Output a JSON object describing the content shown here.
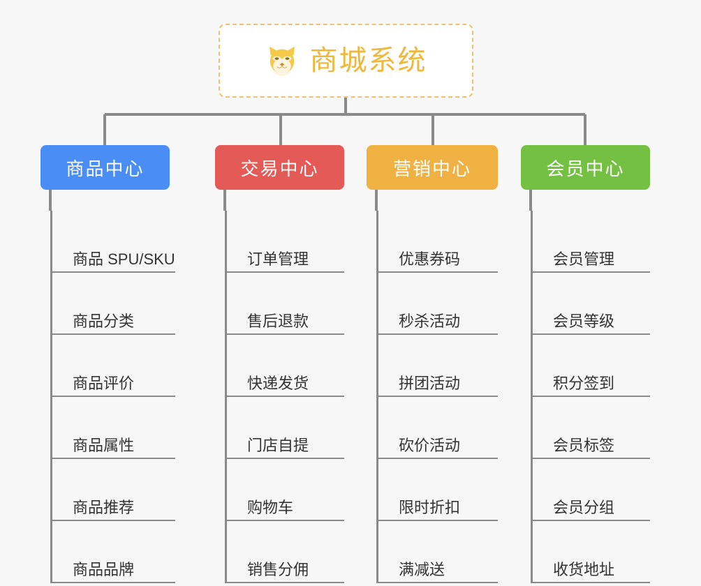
{
  "root": {
    "title": "商城系统",
    "icon": "shiba-dog-icon",
    "border_color": "#f0c070",
    "text_color": "#edb83c",
    "background": "#ffffff"
  },
  "canvas": {
    "background": "#f7f7f7",
    "line_color": "#8a8a8a"
  },
  "branches": [
    {
      "label": "商品中心",
      "color": "#4a8ef5",
      "leaves": [
        "商品 SPU/SKU",
        "商品分类",
        "商品评价",
        "商品属性",
        "商品推荐",
        "商品品牌"
      ]
    },
    {
      "label": "交易中心",
      "color": "#e45a56",
      "leaves": [
        "订单管理",
        "售后退款",
        "快递发货",
        "门店自提",
        "购物车",
        "销售分佣"
      ]
    },
    {
      "label": "营销中心",
      "color": "#eeb142",
      "leaves": [
        "优惠券码",
        "秒杀活动",
        "拼团活动",
        "砍价活动",
        "限时折扣",
        "满减送"
      ]
    },
    {
      "label": "会员中心",
      "color": "#74c043",
      "leaves": [
        "会员管理",
        "会员等级",
        "积分签到",
        "会员标签",
        "会员分组",
        "收货地址"
      ]
    }
  ]
}
